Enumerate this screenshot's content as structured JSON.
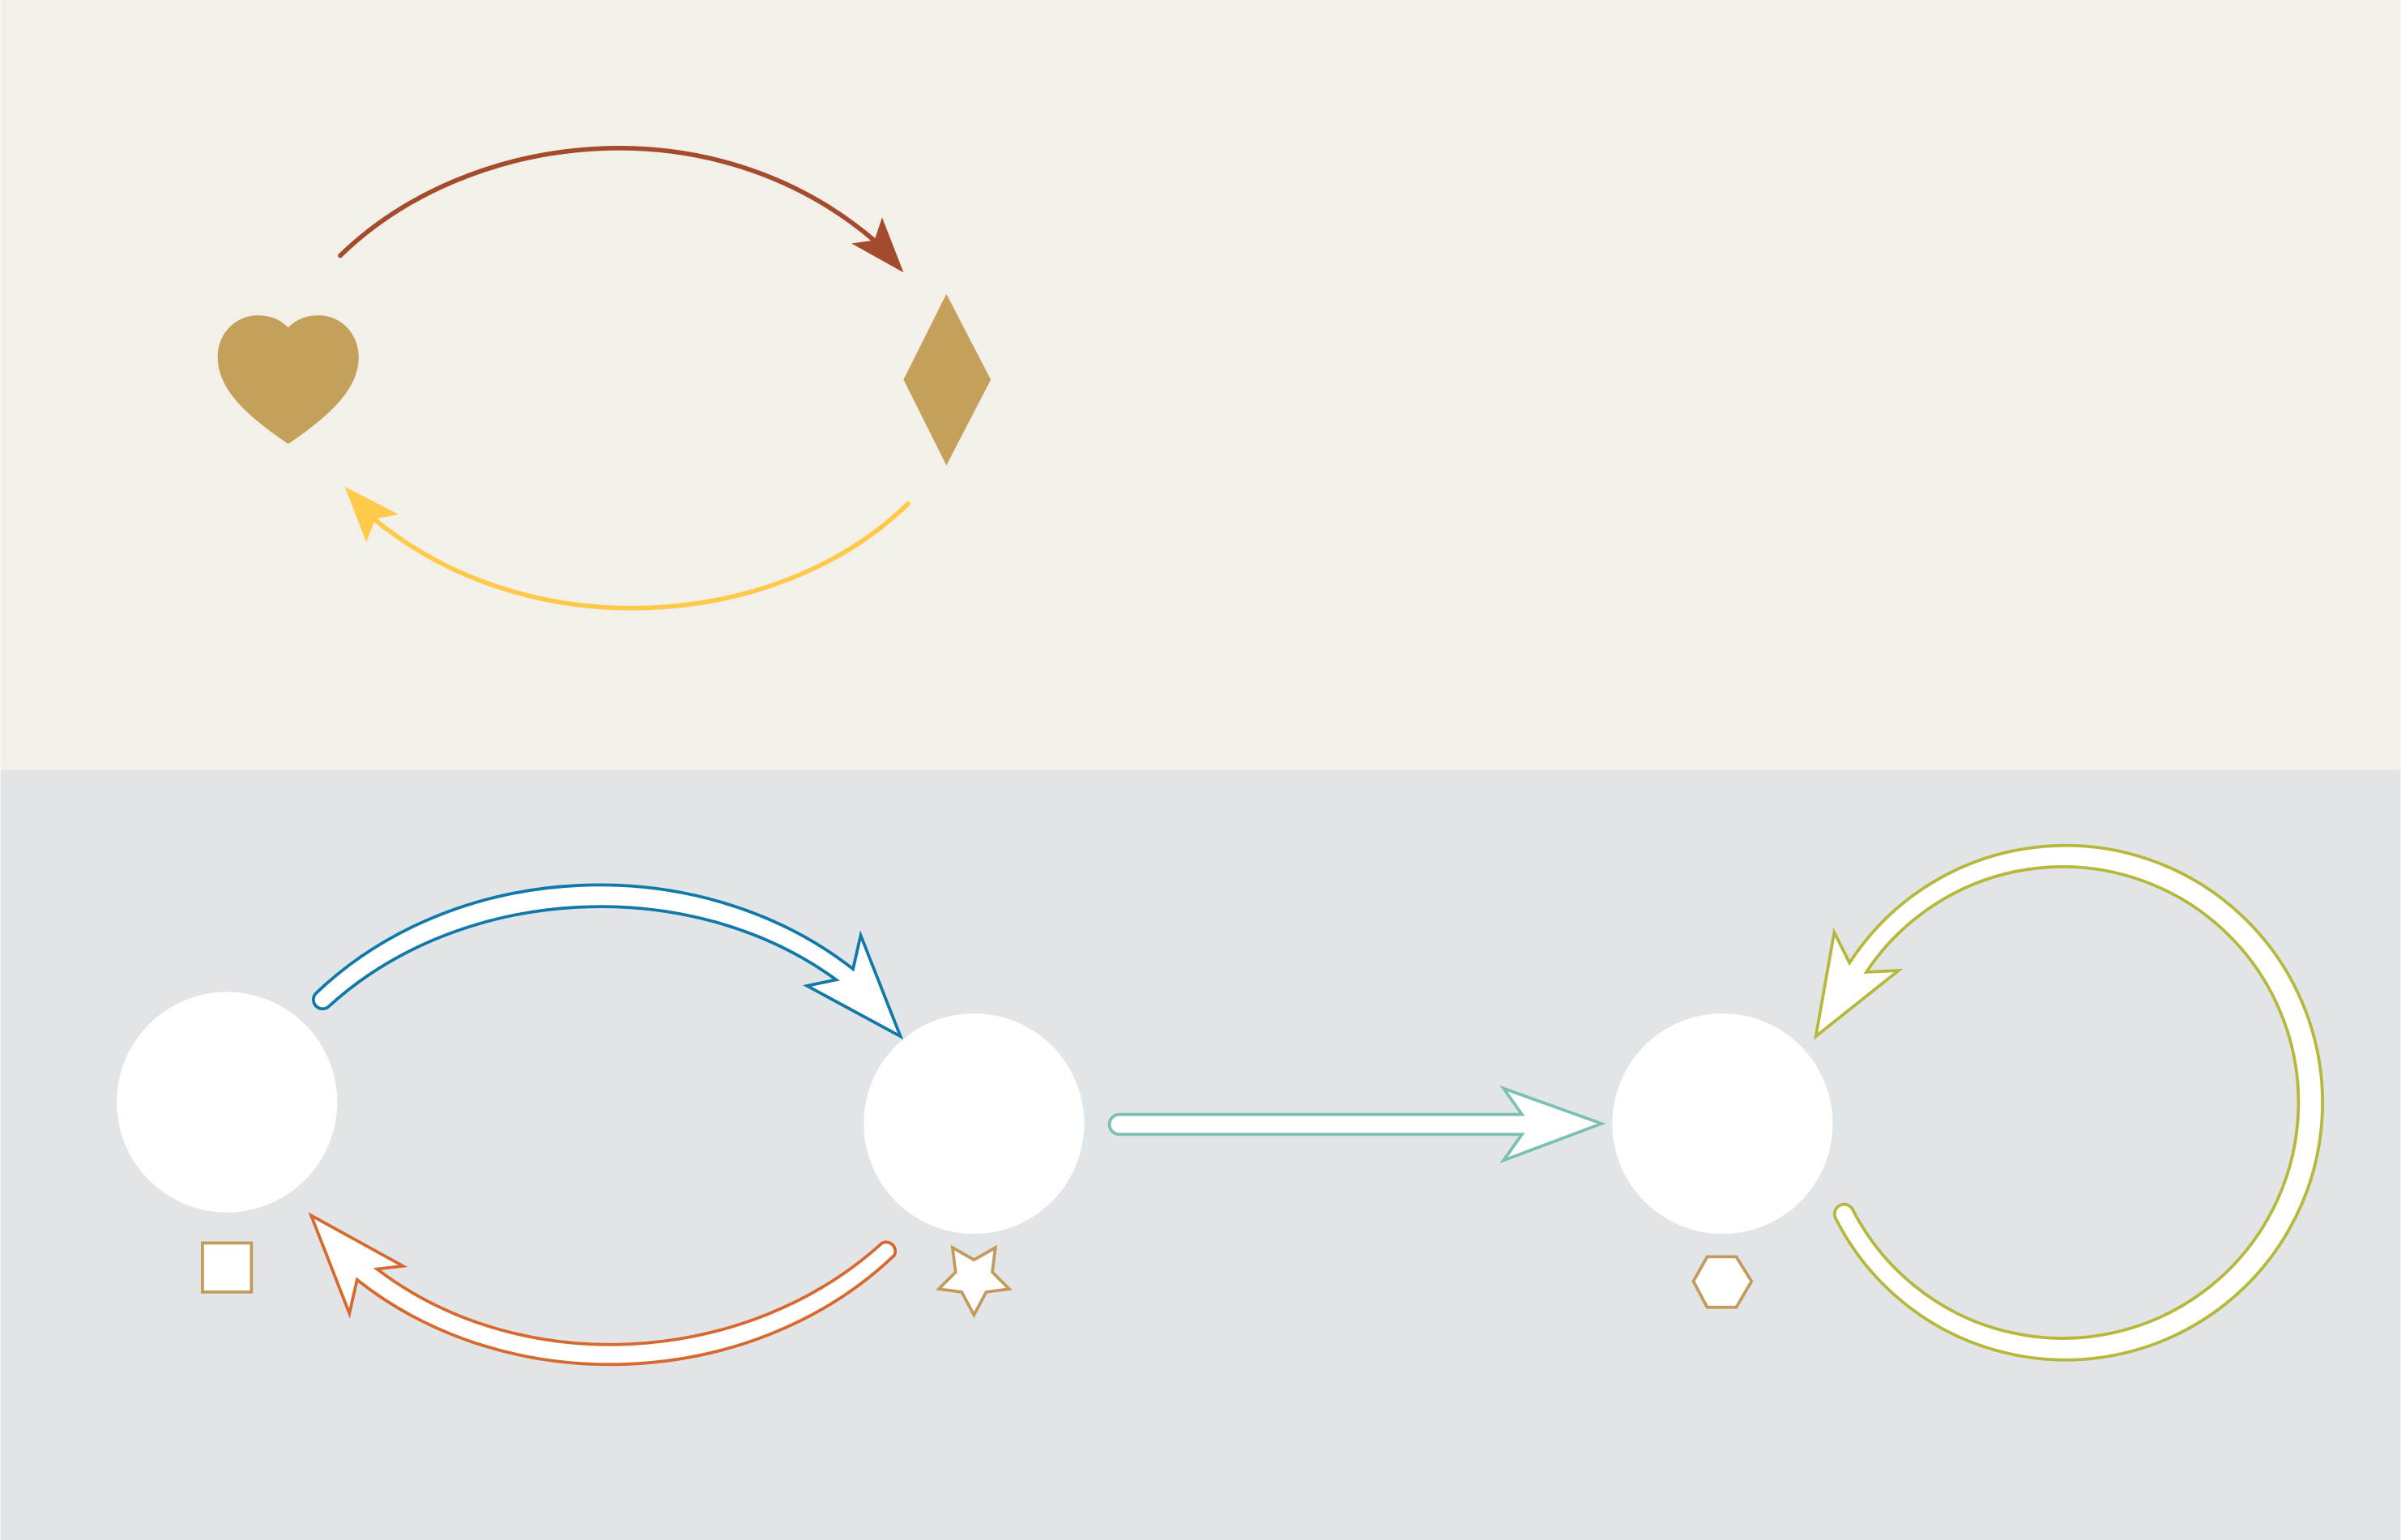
{
  "colors": {
    "top_panel_bg": "#F3F0EA",
    "bottom_panel_bg": "#E1E5E8",
    "suit_fill": "#C4A05A",
    "arrow_brown": "#A44A2D",
    "arrow_yellow": "#FFC94A",
    "arrow_blue": "#1278A8",
    "arrow_orange": "#D8692E",
    "arrow_teal": "#7CC0B2",
    "arrow_olive": "#B5B83A",
    "node_fill": "#FFFFFF",
    "marker_stroke": "#C49A5A"
  },
  "top_panel": {
    "symbols": [
      {
        "id": "heart",
        "icon": "heart-icon"
      },
      {
        "id": "diamond",
        "icon": "diamond-icon"
      }
    ],
    "arrows": [
      {
        "id": "heart-to-diamond",
        "from": "heart",
        "to": "diamond",
        "color": "arrow_brown"
      },
      {
        "id": "diamond-to-heart",
        "from": "diamond",
        "to": "heart",
        "color": "arrow_yellow"
      }
    ]
  },
  "bottom_panel": {
    "nodes": [
      {
        "id": "node-1",
        "marker": "square-icon"
      },
      {
        "id": "node-2",
        "marker": "star-icon"
      },
      {
        "id": "node-3",
        "marker": "hexagon-icon"
      }
    ],
    "arrows": [
      {
        "id": "node1-to-node2",
        "from": "node-1",
        "to": "node-2",
        "color": "arrow_blue"
      },
      {
        "id": "node2-to-node1",
        "from": "node-2",
        "to": "node-1",
        "color": "arrow_orange"
      },
      {
        "id": "node2-to-node3",
        "from": "node-2",
        "to": "node-3",
        "color": "arrow_teal"
      },
      {
        "id": "node3-self-loop",
        "from": "node-3",
        "to": "node-3",
        "color": "arrow_olive"
      }
    ]
  }
}
